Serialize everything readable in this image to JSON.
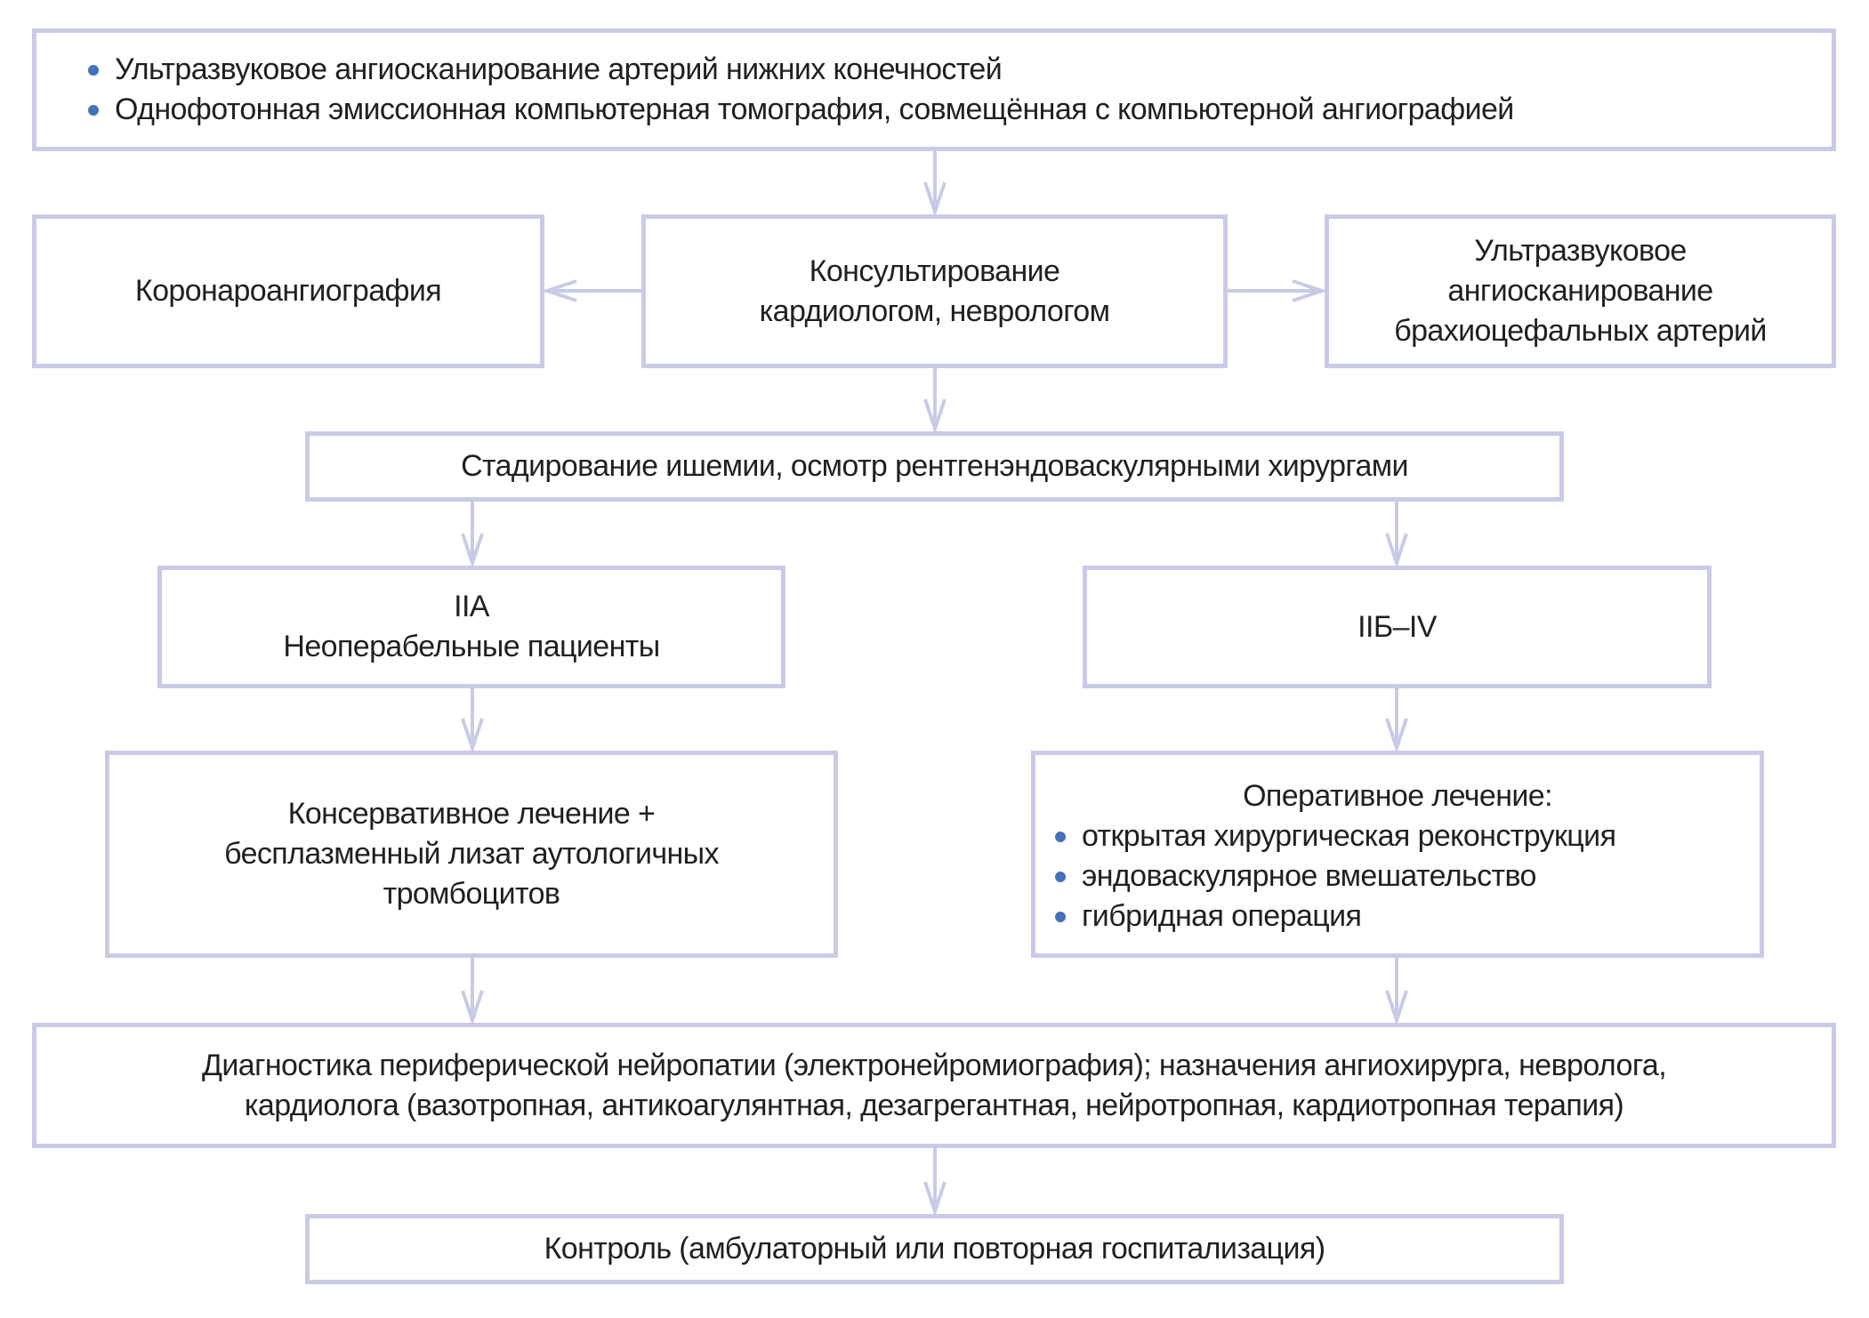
{
  "theme": {
    "line_color": "#c9cbe6",
    "bullet_color": "#4472b8",
    "text_color": "#231f20"
  },
  "nodes": {
    "top": {
      "bullets": [
        "Ультразвуковое ангиосканирование артерий нижних конечностей",
        "Однофотонная эмиссионная компьютерная томография, совмещённая с компьютерной ангиографией"
      ]
    },
    "coronary": {
      "lines": [
        "Коронароангиография"
      ]
    },
    "consult": {
      "lines": [
        "Консультирование",
        "кардиологом, неврологом"
      ]
    },
    "bca": {
      "lines": [
        "Ультразвуковое",
        "ангиосканирование",
        "брахиоцефальных артерий"
      ]
    },
    "staging": {
      "lines": [
        "Стадирование ишемии, осмотр рентгенэндоваскулярными хирургами"
      ]
    },
    "iia": {
      "lines": [
        "IIA",
        "Неоперабельные пациенты"
      ]
    },
    "iib": {
      "lines": [
        "IIБ–IV"
      ]
    },
    "conservative": {
      "lines": [
        "Консервативное лечение +",
        "бесплазменный лизат аутологичных",
        "тромбоцитов"
      ]
    },
    "operative": {
      "title": "Оперативное лечение:",
      "bullets": [
        "открытая хирургическая реконструкция",
        "эндоваскулярное вмешательство",
        "гибридная операция"
      ]
    },
    "diagnostics": {
      "lines": [
        "Диагностика периферической нейропатии (электронейромиография); назначения ангиохирурга, невролога,",
        "кардиолога (вазотропная, антикоагулянтная, дезагрегантная, нейротропная, кардиотропная терапия)"
      ]
    },
    "control": {
      "lines": [
        "Контроль (амбулаторный или повторная госпитализация)"
      ]
    }
  },
  "edges": [
    {
      "from": "top",
      "to": "consult"
    },
    {
      "from": "consult",
      "to": "coronary"
    },
    {
      "from": "consult",
      "to": "bca"
    },
    {
      "from": "consult",
      "to": "staging"
    },
    {
      "from": "staging",
      "to": "iia"
    },
    {
      "from": "staging",
      "to": "iib"
    },
    {
      "from": "iia",
      "to": "conservative"
    },
    {
      "from": "iib",
      "to": "operative"
    },
    {
      "from": "conservative",
      "to": "diagnostics"
    },
    {
      "from": "operative",
      "to": "diagnostics"
    },
    {
      "from": "diagnostics",
      "to": "control"
    }
  ]
}
